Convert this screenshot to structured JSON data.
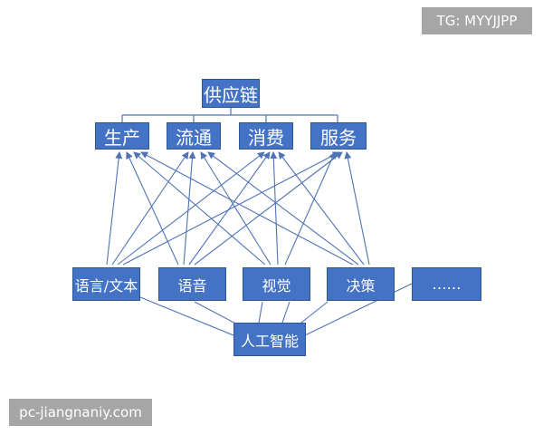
{
  "colors": {
    "box_fill": "#4472c4",
    "line": "#4f73b6",
    "watermark_bg": "#a6a6a6"
  },
  "watermark_top": "TG: MYYJJPP",
  "watermark_bottom": "pc-jiangnaniy.com",
  "nodes": {
    "supply_chain": "供应链",
    "production": "生产",
    "circulation": "流通",
    "consumption": "消费",
    "service": "服务",
    "language_text": "语言/文本",
    "speech": "语音",
    "vision": "视觉",
    "decision": "决策",
    "more": "……",
    "ai": "人工智能"
  }
}
